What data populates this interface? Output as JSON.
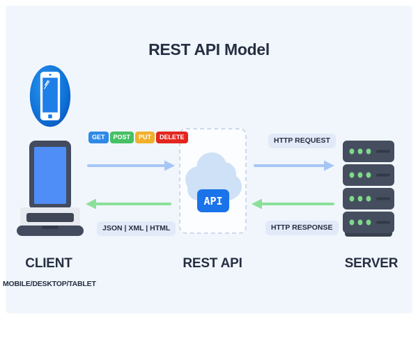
{
  "title": "REST API Model",
  "colors": {
    "canvas_bg": "#f1f6fc",
    "ink": "#262f42",
    "arrow_blue": "#a6c6f7",
    "arrow_green": "#8ce09a",
    "pill_bg": "#e2eaf8",
    "api_badge": "#1a73e8",
    "cloud": "#cfe1f6",
    "box_border": "#ccd9ee"
  },
  "nodes": {
    "client": {
      "label": "CLIENT",
      "sublabel": "MOBILE/DESKTOP/TABLET",
      "icons": [
        "mobile-icon",
        "laptop-icon"
      ]
    },
    "rest_api": {
      "label": "REST API",
      "badge": "API",
      "icon": "cloud-icon"
    },
    "server": {
      "label": "SERVER",
      "icon": "server-rack-icon"
    }
  },
  "flows": {
    "client_to_api": {
      "direction": "right",
      "methods": [
        {
          "label": "GET",
          "color": "#2e8ae6"
        },
        {
          "label": "POST",
          "color": "#45c064"
        },
        {
          "label": "PUT",
          "color": "#f1b02c"
        },
        {
          "label": "DELETE",
          "color": "#e3261f"
        }
      ]
    },
    "api_to_client": {
      "direction": "left",
      "label": "JSON | XML | HTML"
    },
    "api_to_server": {
      "direction": "right",
      "label": "HTTP REQUEST"
    },
    "server_to_api": {
      "direction": "left",
      "label": "HTTP RESPONSE"
    }
  }
}
